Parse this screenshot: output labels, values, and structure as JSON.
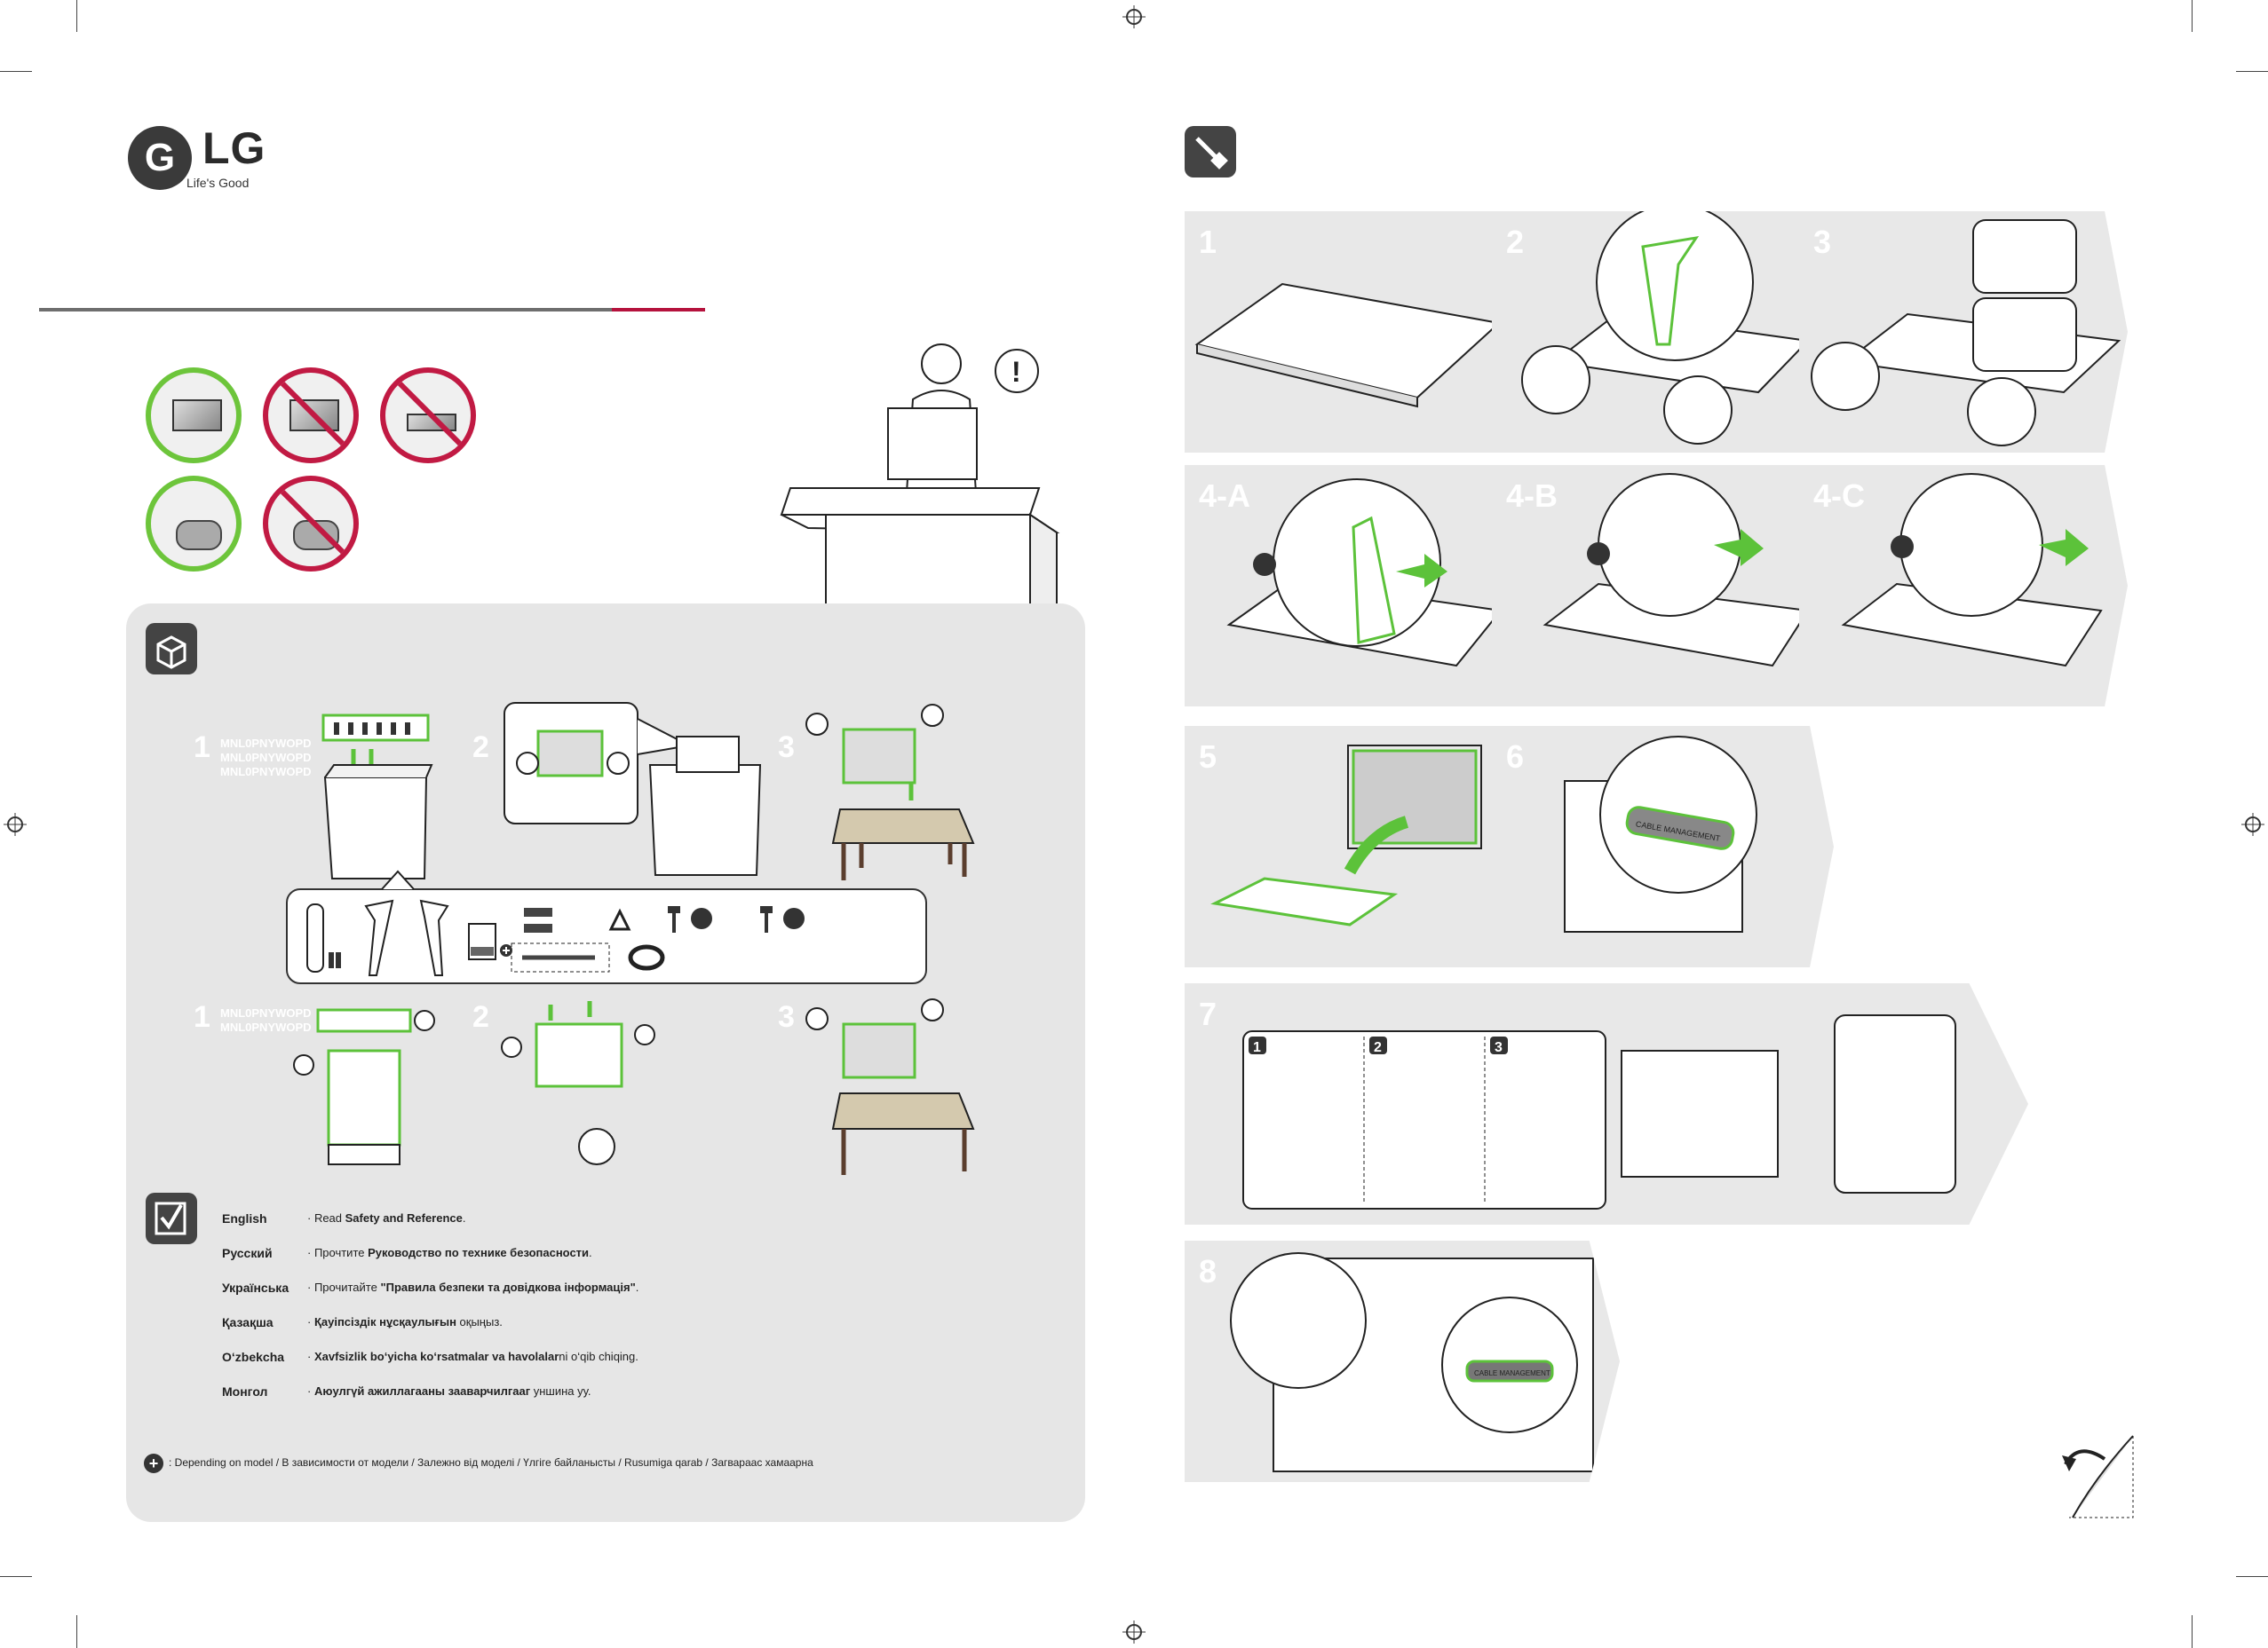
{
  "brand": {
    "name": "LG",
    "tagline": "Life's Good",
    "logo_letter": "G"
  },
  "colors": {
    "ok_green": "#6dc53b",
    "no_red": "#c11a43",
    "rule_red": "#b5123d",
    "panel_grey": "#e6e6e6",
    "step_grey": "#e8e8e8",
    "accent_green": "#5cc23a"
  },
  "unbox_panel": {
    "row1": {
      "steps": [
        "1",
        "2",
        "3"
      ],
      "model_labels": [
        "MNL0PNYWOPD",
        "MNL0PNYWOPD",
        "MNL0PNYWOPD"
      ]
    },
    "row2": {
      "steps": [
        "1",
        "2",
        "3"
      ],
      "model_labels": [
        "MNL0PNYWOPD",
        "MNL0PNYWOPD"
      ]
    },
    "option_symbol": "+"
  },
  "languages": [
    {
      "name": "English",
      "prefix": "· Read ",
      "bold": "Safety and Reference",
      "suffix": "."
    },
    {
      "name": "Русский",
      "prefix": "· Прочтите ",
      "bold": "Руководство по технике безопасности",
      "suffix": "."
    },
    {
      "name": "Українська",
      "prefix": "· Прочитайте ",
      "bold": "\"Правила безпеки та довідкова інформація\"",
      "suffix": "."
    },
    {
      "name": "Қазақша",
      "prefix": "· ",
      "bold": "Қауіпсіздік нұсқаулығын",
      "suffix": " оқыңыз."
    },
    {
      "name": "O‘zbekcha",
      "prefix": "· ",
      "bold": "Xavfsizlik bo‘yicha ko‘rsatmalar va havolalar",
      "suffix": "ni o‘qib chiqing."
    },
    {
      "name": "Монгол",
      "prefix": "· ",
      "bold": "Аюулгүй ажиллагааны зааварчилгааг",
      "suffix": " уншина уу."
    }
  ],
  "footnote": ": Depending on model / В зависимости от модели / Залежно від моделі / Үлгіге байланысты / Rusumiga qarab / Загвараас хамаарна",
  "assembly_steps": [
    {
      "id": "1"
    },
    {
      "id": "2"
    },
    {
      "id": "3"
    },
    {
      "id": "4-A"
    },
    {
      "id": "4-B"
    },
    {
      "id": "4-C"
    },
    {
      "id": "5"
    },
    {
      "id": "6"
    },
    {
      "id": "7"
    },
    {
      "id": "8"
    }
  ],
  "step6": {
    "label": "CABLE MANAGEMENT"
  },
  "step7": {
    "substeps": [
      "1",
      "2",
      "3"
    ]
  },
  "step8": {
    "label": "CABLE MANAGEMENT"
  },
  "icons": {
    "unbox": "box-open-icon",
    "read": "checklist-icon",
    "tool": "screwdriver-icon",
    "warning": "exclamation-icon",
    "lock": "lock-icon",
    "page_turn": "page-curl-icon"
  }
}
